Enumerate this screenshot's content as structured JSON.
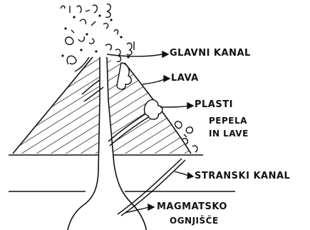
{
  "labels": {
    "main_vent": "GLAVNI KANAL",
    "lava": "LAVA",
    "layers_line1": "PLASTI",
    "layers_line2": "PEPELA",
    "layers_line3": "IN LAVE",
    "side_vent": "STRANSKI KANAL",
    "magma_line1": "MAGMATSKO",
    "magma_line2": "OGNJIŠČE"
  }
}
